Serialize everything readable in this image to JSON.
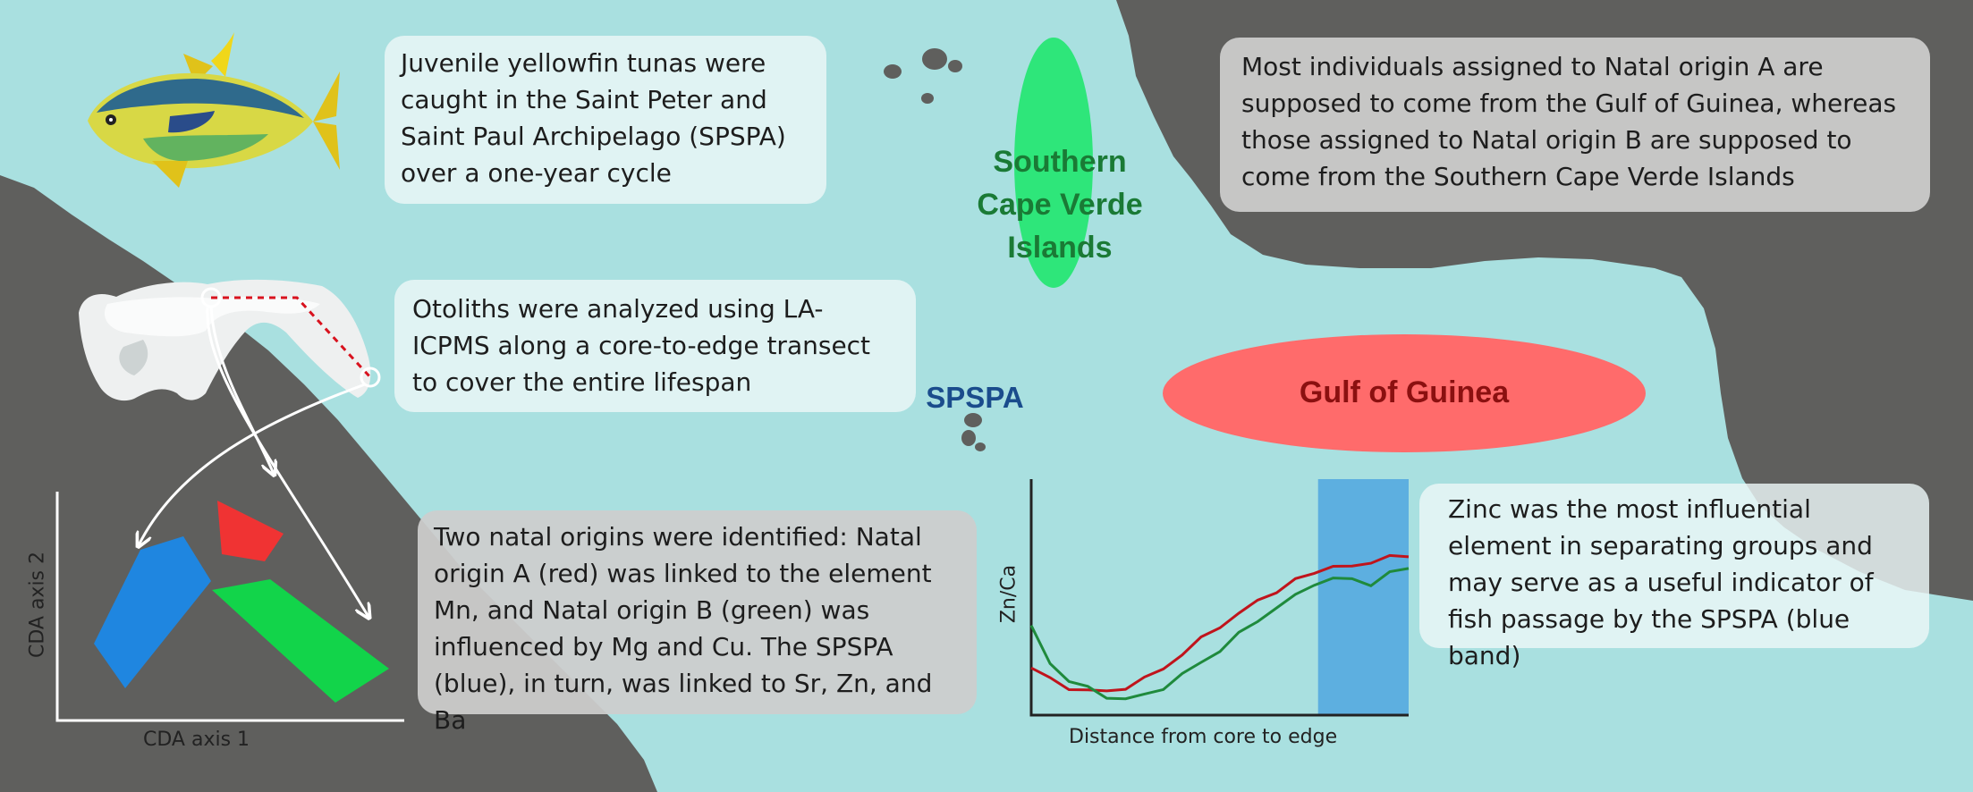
{
  "colors": {
    "sea": "#a9e0e0",
    "land": "#5f5f5d",
    "origin_a": "#f44a4a",
    "origin_b": "#15d452",
    "spspa": "#1f86e0"
  },
  "boxes": {
    "tuna_caught": "Juvenile yellowfin tunas were caught in the Saint Peter and Saint Paul Archipelago (SPSPA) over a one-year cycle",
    "otoliths": "Otoliths were analyzed using LA-ICPMS along a core-to-edge transect to cover the entire lifespan",
    "natal_origins": "Two natal origins were identified: Natal origin A (red) was linked to the element Mn, and Natal origin B (green) was influenced by Mg and Cu. The SPSPA (blue), in turn, was linked to Sr, Zn, and Ba",
    "assignment": "Most individuals assigned to Natal origin A are supposed to come from the Gulf of Guinea, whereas those assigned to Natal origin B are supposed to come from the Southern Cape Verde Islands",
    "zinc": "Zinc was the most influential element in separating groups and may serve as a useful indicator of fish passage by the SPSPA (blue band)"
  },
  "map_labels": {
    "cape_verde_line1": "Southern",
    "cape_verde_line2": "Cape Verde Islands",
    "gulf_of_guinea": "Gulf of Guinea",
    "spspa": "SPSPA"
  },
  "cda_plot": {
    "xlabel": "CDA axis 1",
    "ylabel": "CDA axis 2"
  },
  "chart_data": {
    "type": "line",
    "xlabel": "Distance from core to edge",
    "ylabel": "Zn/Ca",
    "highlight_band": {
      "label": "SPSPA",
      "color": "#1f86e0",
      "x_range": [
        0.76,
        1.0
      ]
    },
    "series": [
      {
        "color": "#c0141c",
        "x": [
          0.0,
          0.05,
          0.1,
          0.15,
          0.2,
          0.25,
          0.3,
          0.35,
          0.4,
          0.45,
          0.5,
          0.55,
          0.6,
          0.65,
          0.7,
          0.75,
          0.8,
          0.85,
          0.9,
          0.95,
          1.0
        ],
        "y": [
          0.2,
          0.15,
          0.12,
          0.1,
          0.1,
          0.12,
          0.15,
          0.2,
          0.26,
          0.32,
          0.38,
          0.43,
          0.48,
          0.53,
          0.57,
          0.6,
          0.64,
          0.62,
          0.65,
          0.68,
          0.66
        ]
      },
      {
        "color": "#1f8a3c",
        "x": [
          0.0,
          0.05,
          0.1,
          0.15,
          0.2,
          0.25,
          0.3,
          0.35,
          0.4,
          0.45,
          0.5,
          0.55,
          0.6,
          0.65,
          0.7,
          0.75,
          0.8,
          0.85,
          0.9,
          0.95,
          1.0
        ],
        "y": [
          0.37,
          0.22,
          0.15,
          0.11,
          0.08,
          0.07,
          0.08,
          0.12,
          0.17,
          0.22,
          0.28,
          0.34,
          0.4,
          0.46,
          0.5,
          0.56,
          0.58,
          0.57,
          0.56,
          0.6,
          0.62
        ]
      }
    ]
  }
}
